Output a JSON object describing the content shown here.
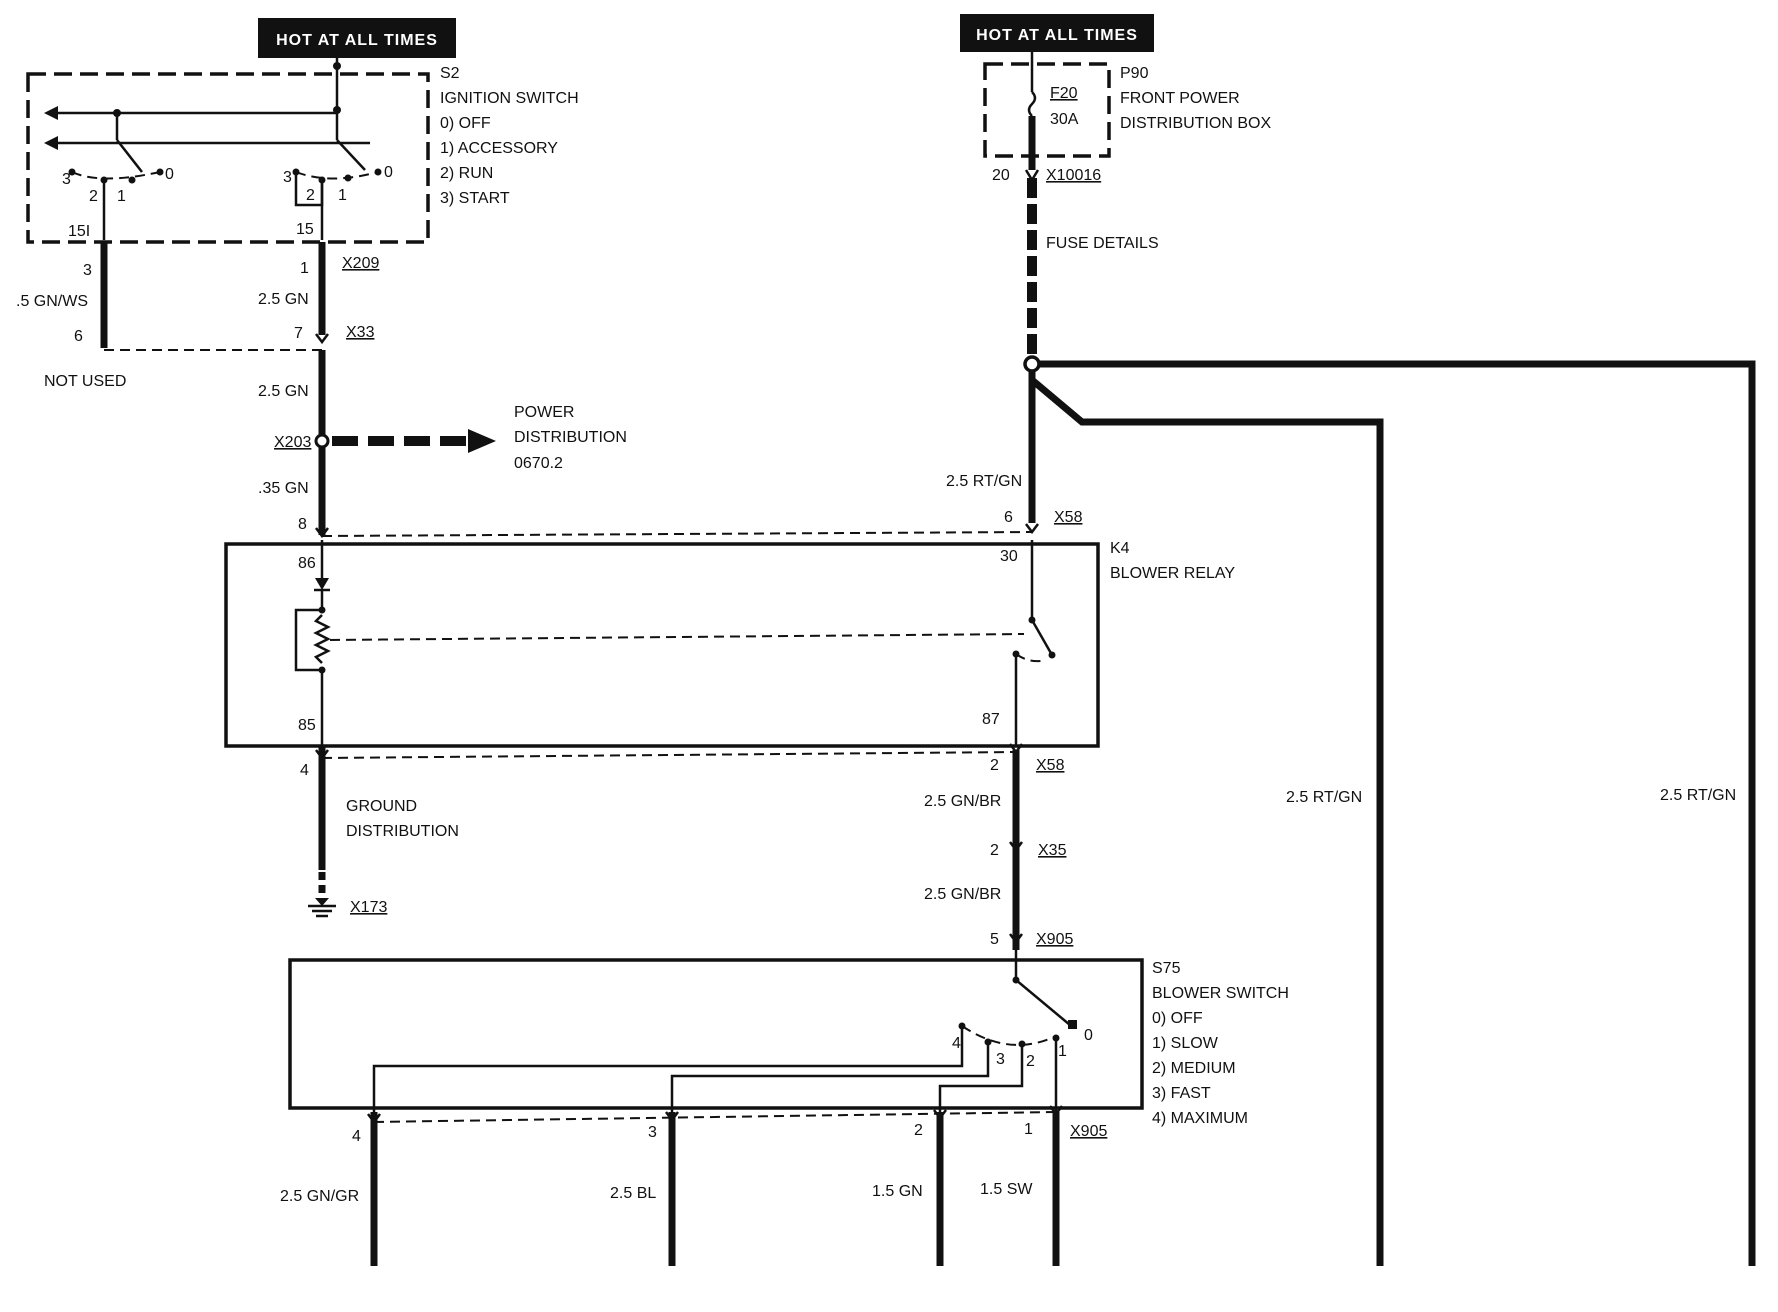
{
  "banners": {
    "left": "HOT AT ALL TIMES",
    "right": "HOT AT ALL TIMES"
  },
  "s2": {
    "id": "S2",
    "name": "IGNITION SWITCH",
    "positions": [
      "0)  OFF",
      "1)  ACCESSORY",
      "2)  RUN",
      "3)  START"
    ],
    "contacts": {
      "a3": "3",
      "a2": "2",
      "a1": "1",
      "a0": "0",
      "b3": "3",
      "b2": "2",
      "b1": "1",
      "b0": "0"
    },
    "terminals": {
      "t151": "15I",
      "t15": "15"
    }
  },
  "p90": {
    "id": "P90",
    "name1": "FRONT POWER",
    "name2": "DISTRIBUTION BOX",
    "fuse": "F20",
    "rating": "30A",
    "pin": "20",
    "connector": "X10016"
  },
  "fuse_details": "FUSE DETAILS",
  "left_wires": {
    "pin3": "3",
    "w1": ".5 GN/WS",
    "pin6": "6",
    "not_used": "NOT USED",
    "pin1": "1",
    "x209": "X209",
    "w2": "2.5 GN",
    "pin7": "7",
    "x33": "X33",
    "w3": "2.5 GN",
    "x203": "X203",
    "w4": ".35 GN",
    "pin8": "8"
  },
  "power_distribution": {
    "line1": "POWER",
    "line2": "DISTRIBUTION",
    "line3": "0670.2"
  },
  "k4": {
    "id": "K4",
    "name": "BLOWER RELAY",
    "pin86": "86",
    "pin85": "85",
    "pin30": "30",
    "pin87": "87",
    "x58_pin6": "6",
    "x58_top": "X58",
    "wire_in": "2.5 RT/GN",
    "pin4": "4",
    "x58_pin2": "2",
    "x58_bottom": "X58"
  },
  "ground": {
    "line1": "GROUND",
    "line2": "DISTRIBUTION",
    "connector": "X173"
  },
  "mid_wires": {
    "w1": "2.5 GN/BR",
    "x35_pin": "2",
    "x35": "X35",
    "w2": "2.5 GN/BR",
    "x905_pin": "5",
    "x905": "X905"
  },
  "s75": {
    "id": "S75",
    "name": "BLOWER SWITCH",
    "positions": [
      "0)  OFF",
      "1)  SLOW",
      "2)  MEDIUM",
      "3)  FAST",
      "4)  MAXIMUM"
    ],
    "contacts": {
      "c4": "4",
      "c3": "3",
      "c2": "2",
      "c1": "1",
      "c0": "0"
    }
  },
  "bottom": {
    "pins": [
      "4",
      "3",
      "2",
      "1"
    ],
    "connector": "X905",
    "wires": [
      "2.5 GN/GR",
      "2.5 BL",
      "1.5 GN",
      "1.5 SW"
    ]
  },
  "right_wires": {
    "w1": "2.5 RT/GN",
    "w2": "2.5 RT/GN"
  }
}
